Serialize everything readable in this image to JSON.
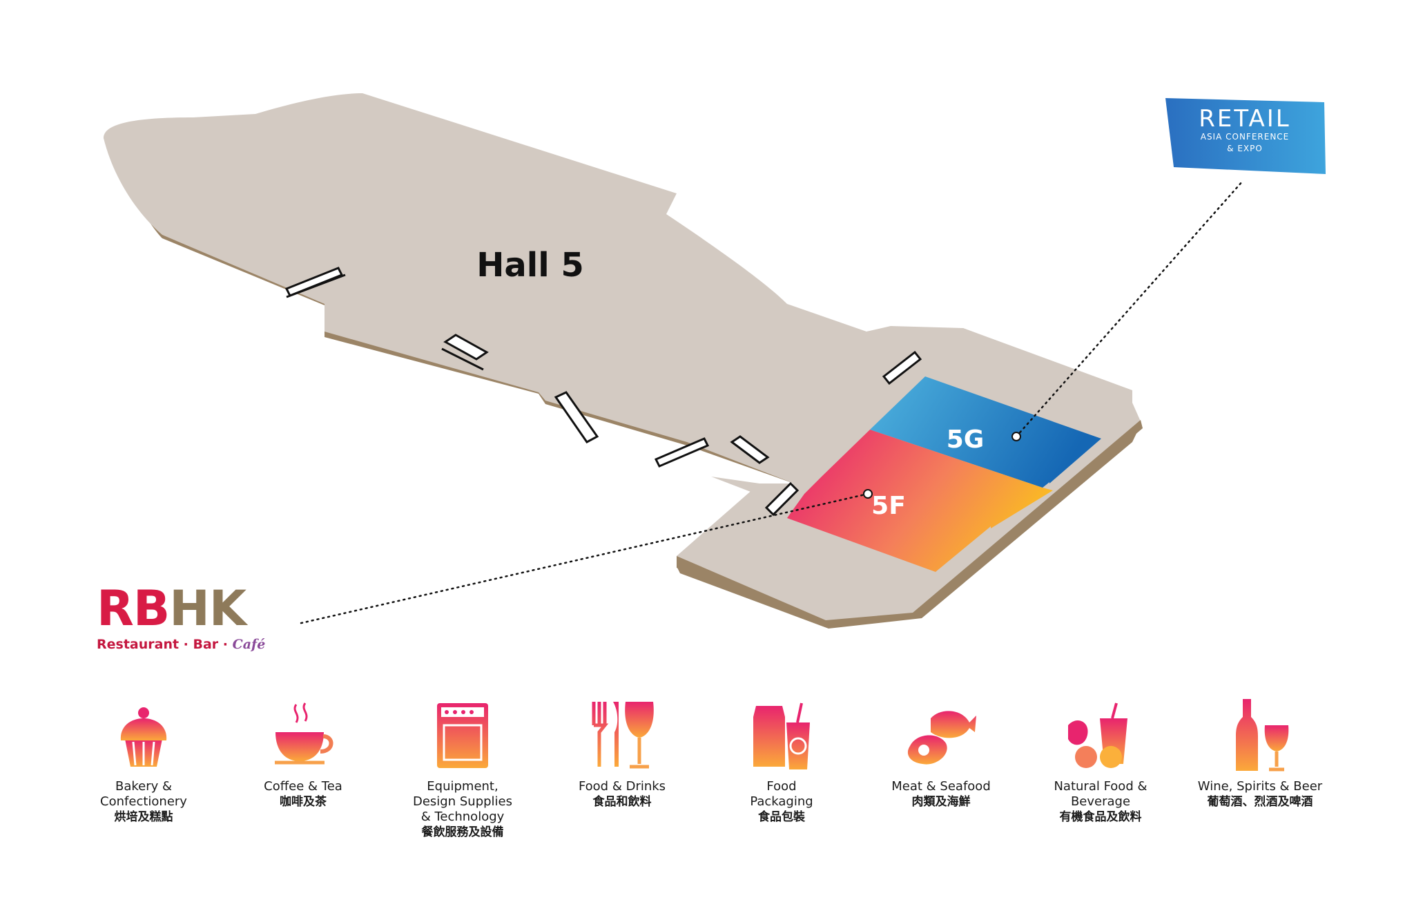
{
  "map": {
    "hall_label": "Hall 5",
    "zones": [
      {
        "label": "5G",
        "color_from": "#4fb3df",
        "color_to": "#1567b4"
      },
      {
        "label": "5F",
        "color_from": "#e8246e",
        "color_to": "#fbc21c"
      }
    ],
    "floor_color": "#d3cac2",
    "edge_color": "#9b8466"
  },
  "rbhk_logo": {
    "rb": "RB",
    "hk": "HK",
    "sub_main": "Restaurant · Bar · ",
    "sub_cafe": "Café"
  },
  "retail_logo": {
    "main": "RETAIL",
    "line1": "ASIA CONFERENCE",
    "line2": "& EXPO"
  },
  "categories": [
    {
      "icon": "cupcake-icon",
      "en": "Bakery &\nConfectionery",
      "zh": "烘培及糕點"
    },
    {
      "icon": "coffee-cup-icon",
      "en": "Coffee & Tea",
      "zh": "咖啡及茶"
    },
    {
      "icon": "oven-icon",
      "en": "Equipment,\nDesign Supplies\n& Technology",
      "zh": "餐飲服務及設備"
    },
    {
      "icon": "cutlery-wine-glass-icon",
      "en": "Food & Drinks",
      "zh": "食品和飲料"
    },
    {
      "icon": "food-packaging-icon",
      "en": "Food\nPackaging",
      "zh": "食品包裝"
    },
    {
      "icon": "meat-fish-icon",
      "en": "Meat & Seafood",
      "zh": "肉類及海鮮"
    },
    {
      "icon": "fruit-juice-icon",
      "en": "Natural Food &\nBeverage",
      "zh": "有機食品及飲料"
    },
    {
      "icon": "wine-bottle-glass-icon",
      "en": "Wine, Spirits & Beer",
      "zh": "葡萄酒、烈酒及啤酒"
    }
  ]
}
